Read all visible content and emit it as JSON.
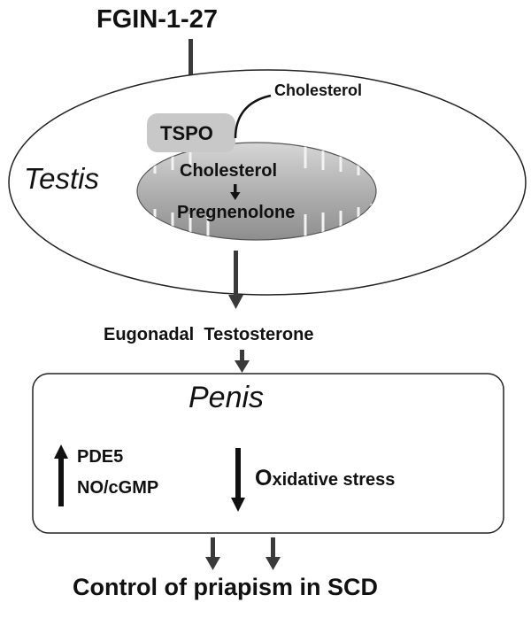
{
  "top_input": "FGIN-1-27",
  "testis": {
    "label": "Testis",
    "tspo_label": "TSPO",
    "external_cholesterol": "Cholesterol",
    "mito_cholesterol": "Cholesterol",
    "mito_product": "Pregnenolone"
  },
  "middle_label": "Eugonadal  Testosterone",
  "penis": {
    "label": "Penis",
    "up_items": [
      "PDE5",
      "NO/cGMP"
    ],
    "down_item_initial": "O",
    "down_item_rest": "xidative stress"
  },
  "outcome": "Control of priapism in SCD",
  "colors": {
    "ink": "#111111",
    "arrow": "#3a3a3a",
    "tspo_fill": "#c8c8c8",
    "mito_fill": "#b9b9b9"
  }
}
